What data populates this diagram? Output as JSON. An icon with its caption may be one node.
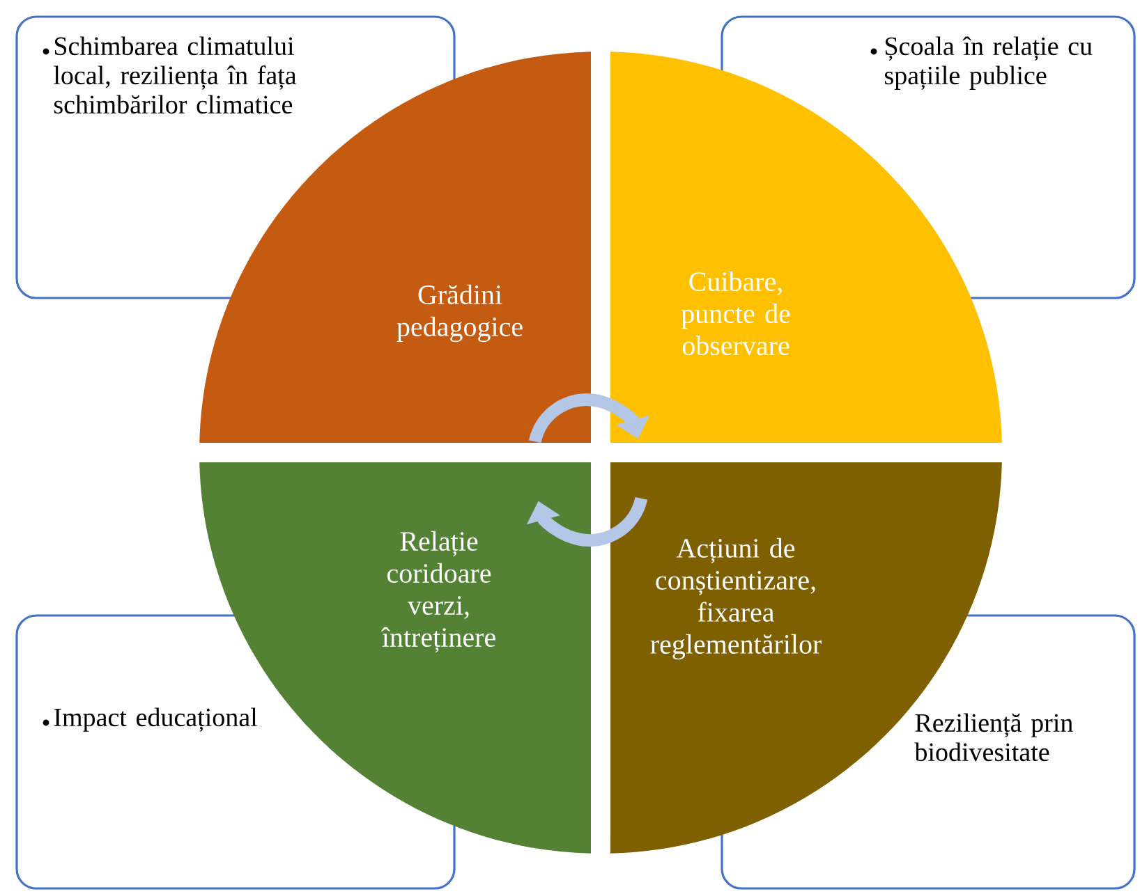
{
  "diagram": {
    "nodes": [
      {
        "text": [
          "Schimbarea climatului local, reziliența în fața schimbărilor climatice"
        ]
      },
      {
        "text": [
          "Școala în relație cu spațiile publice"
        ]
      },
      {
        "text": [
          "Grădini pedagogice"
        ]
      },
      {
        "text": [
          "Cuibare, puncte de observare"
        ]
      },
      {
        "text": [
          "Relație coridoare verzi, întreținere"
        ]
      },
      {
        "text": [
          "Acțiuni de conștientizare, fixarea reglementărilor"
        ]
      },
      {
        "text": [
          "Impact educațional"
        ]
      },
      {
        "text": [
          "Reziliență prin biodivesitate"
        ]
      }
    ],
    "edges": [
      {
        "from": 2,
        "to": 3,
        "arrow": "to"
      },
      {
        "from": 5,
        "to": 4,
        "arrow": "to"
      }
    ]
  }
}
